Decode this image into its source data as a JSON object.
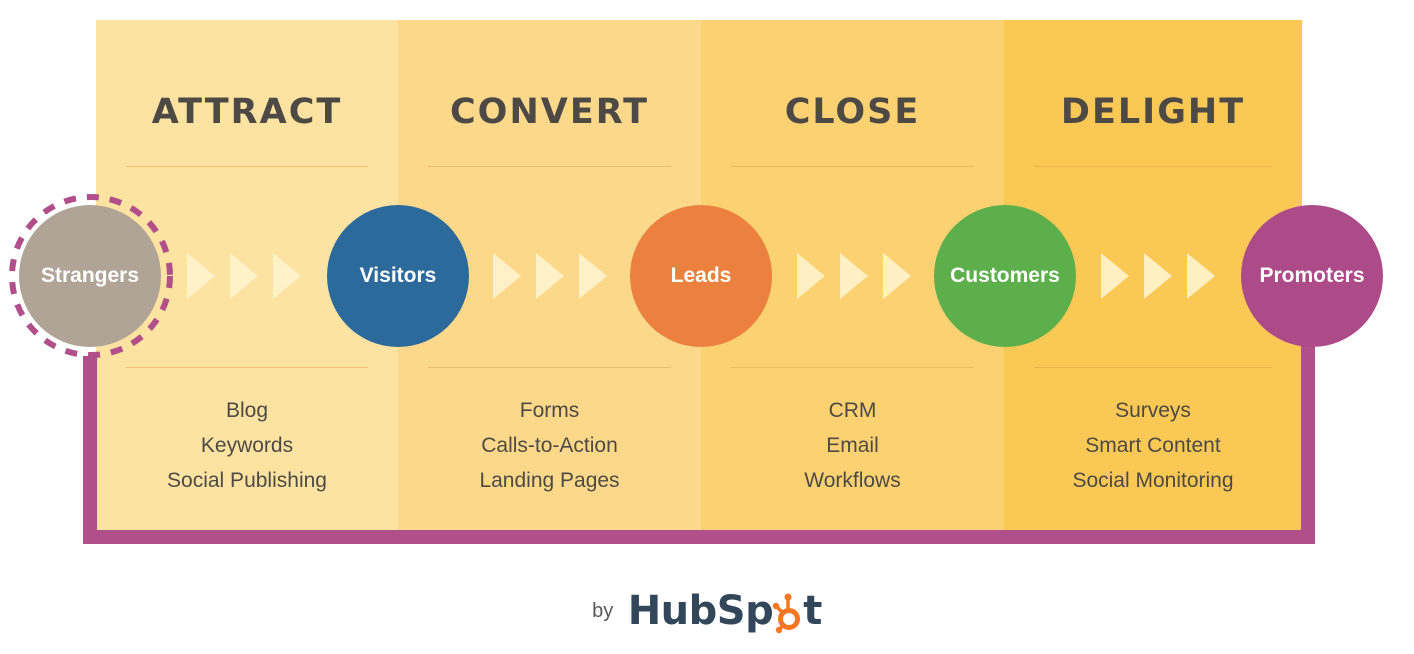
{
  "stages": [
    {
      "title": "ATTRACT",
      "tools": [
        "Blog",
        "Keywords",
        "Social Publishing"
      ]
    },
    {
      "title": "CONVERT",
      "tools": [
        "Forms",
        "Calls-to-Action",
        "Landing Pages"
      ]
    },
    {
      "title": "CLOSE",
      "tools": [
        "CRM",
        "Email",
        "Workflows"
      ]
    },
    {
      "title": "DELIGHT",
      "tools": [
        "Surveys",
        "Smart Content",
        "Social Monitoring"
      ]
    }
  ],
  "nodes": [
    "Strangers",
    "Visitors",
    "Leads",
    "Customers",
    "Promoters"
  ],
  "footer": {
    "by": "by",
    "logo_pre": "HubSp",
    "logo_post": "t"
  },
  "colors": {
    "strangers": "#b0a497",
    "visitors": "#2d6a9c",
    "leads": "#ec803e",
    "customers": "#5caf4b",
    "promoters": "#ad4b89",
    "loop": "#b04f8a",
    "hubspot_orange": "#f57722",
    "hubspot_navy": "#33475b"
  },
  "icons": {
    "arrow": "chevron-arrow-icon",
    "logo_mark": "hubspot-sprocket-icon"
  }
}
